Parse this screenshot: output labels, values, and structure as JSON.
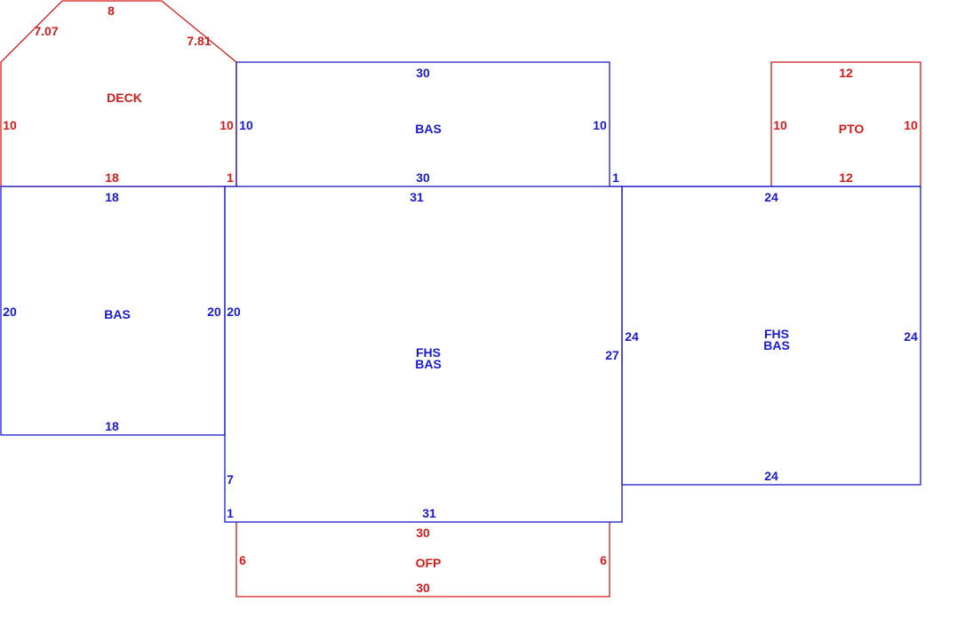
{
  "colors": {
    "blue": "#1a1acc",
    "red": "#d41a1a"
  },
  "areas": {
    "deck": {
      "label": "DECK",
      "dims": {
        "top": "8",
        "diag_left": "7.07",
        "diag_right": "7.81",
        "left": "10",
        "right": "10",
        "bottom": "18",
        "bottom_tail": "1"
      }
    },
    "bas_top": {
      "label": "BAS",
      "dims": {
        "top": "30",
        "left": "10",
        "right": "10",
        "bottom": "30",
        "bottom_tail": "1"
      }
    },
    "pto": {
      "label": "PTO",
      "dims": {
        "top": "12",
        "left": "10",
        "right": "10",
        "bottom": "12"
      }
    },
    "bas_left": {
      "label": "BAS",
      "dims": {
        "top": "18",
        "left": "20",
        "right": "20",
        "bottom": "18"
      }
    },
    "center": {
      "label_line1": "FHS",
      "label_line2": "BAS",
      "dims": {
        "top": "31",
        "left": "20",
        "left_lower": "7",
        "left_bottom": "1",
        "right": "27",
        "bottom": "31"
      }
    },
    "right": {
      "label_line1": "FHS",
      "label_line2": "BAS",
      "dims": {
        "top": "24",
        "left": "24",
        "right": "24",
        "bottom": "24"
      }
    },
    "ofp": {
      "label": "OFP",
      "dims": {
        "top": "30",
        "left": "6",
        "right": "6",
        "bottom": "30"
      }
    }
  }
}
